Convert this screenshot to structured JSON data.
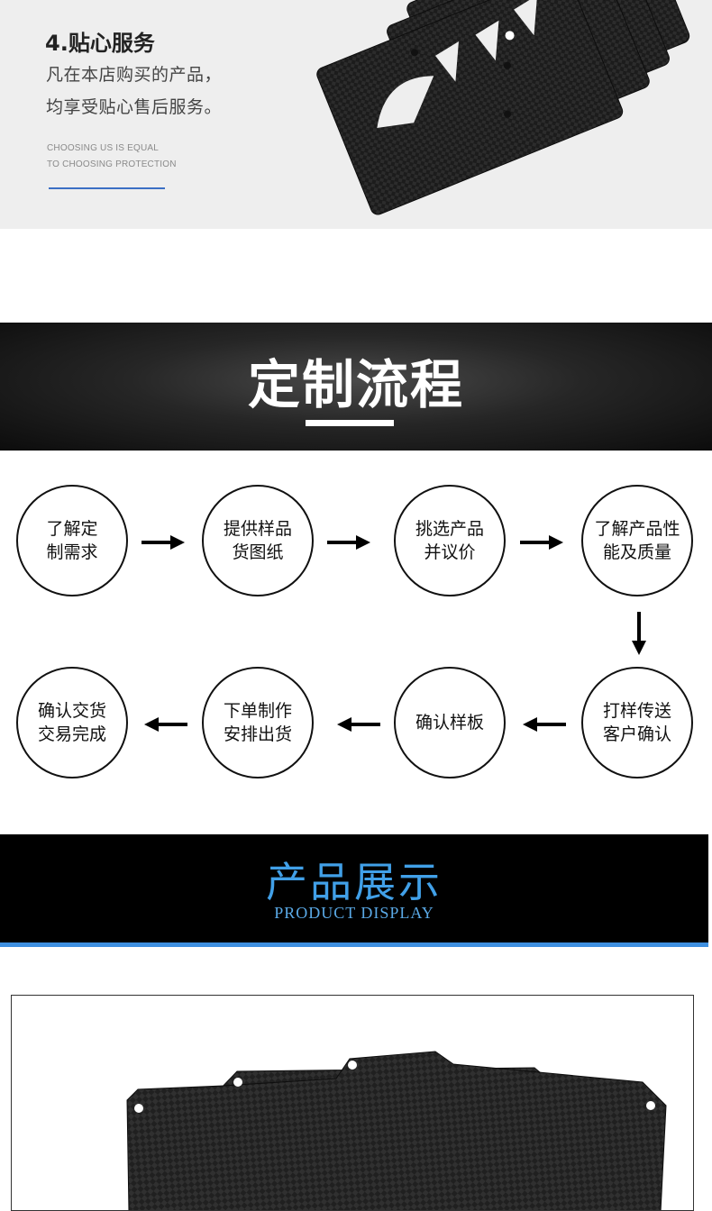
{
  "service": {
    "title": "4.贴心服务",
    "line1": "凡在本店购买的产品，",
    "line2": "均享受贴心售后服务。",
    "english1": "CHOOSING US IS EQUAL",
    "english2": "TO CHOOSING PROTECTION",
    "rule_color": "#3b6fc4"
  },
  "process": {
    "title": "定制流程",
    "steps": [
      "了解定\n制需求",
      "提供样品\n货图纸",
      "挑选产品\n并议价",
      "了解产品性\n能及质量",
      "打样传送\n客户确认",
      "确认样板",
      "下单制作\n安排出货",
      "确认交货\n交易完成"
    ],
    "icons": [
      "arrow-right-icon",
      "arrow-down-icon",
      "arrow-left-icon"
    ]
  },
  "display": {
    "title": "产品展示",
    "subtitle": "PRODUCT DISPLAY",
    "accent_color": "#41a0e8"
  },
  "colors": {
    "carbon": "#1e1e1e",
    "header_bg": "#000000"
  }
}
